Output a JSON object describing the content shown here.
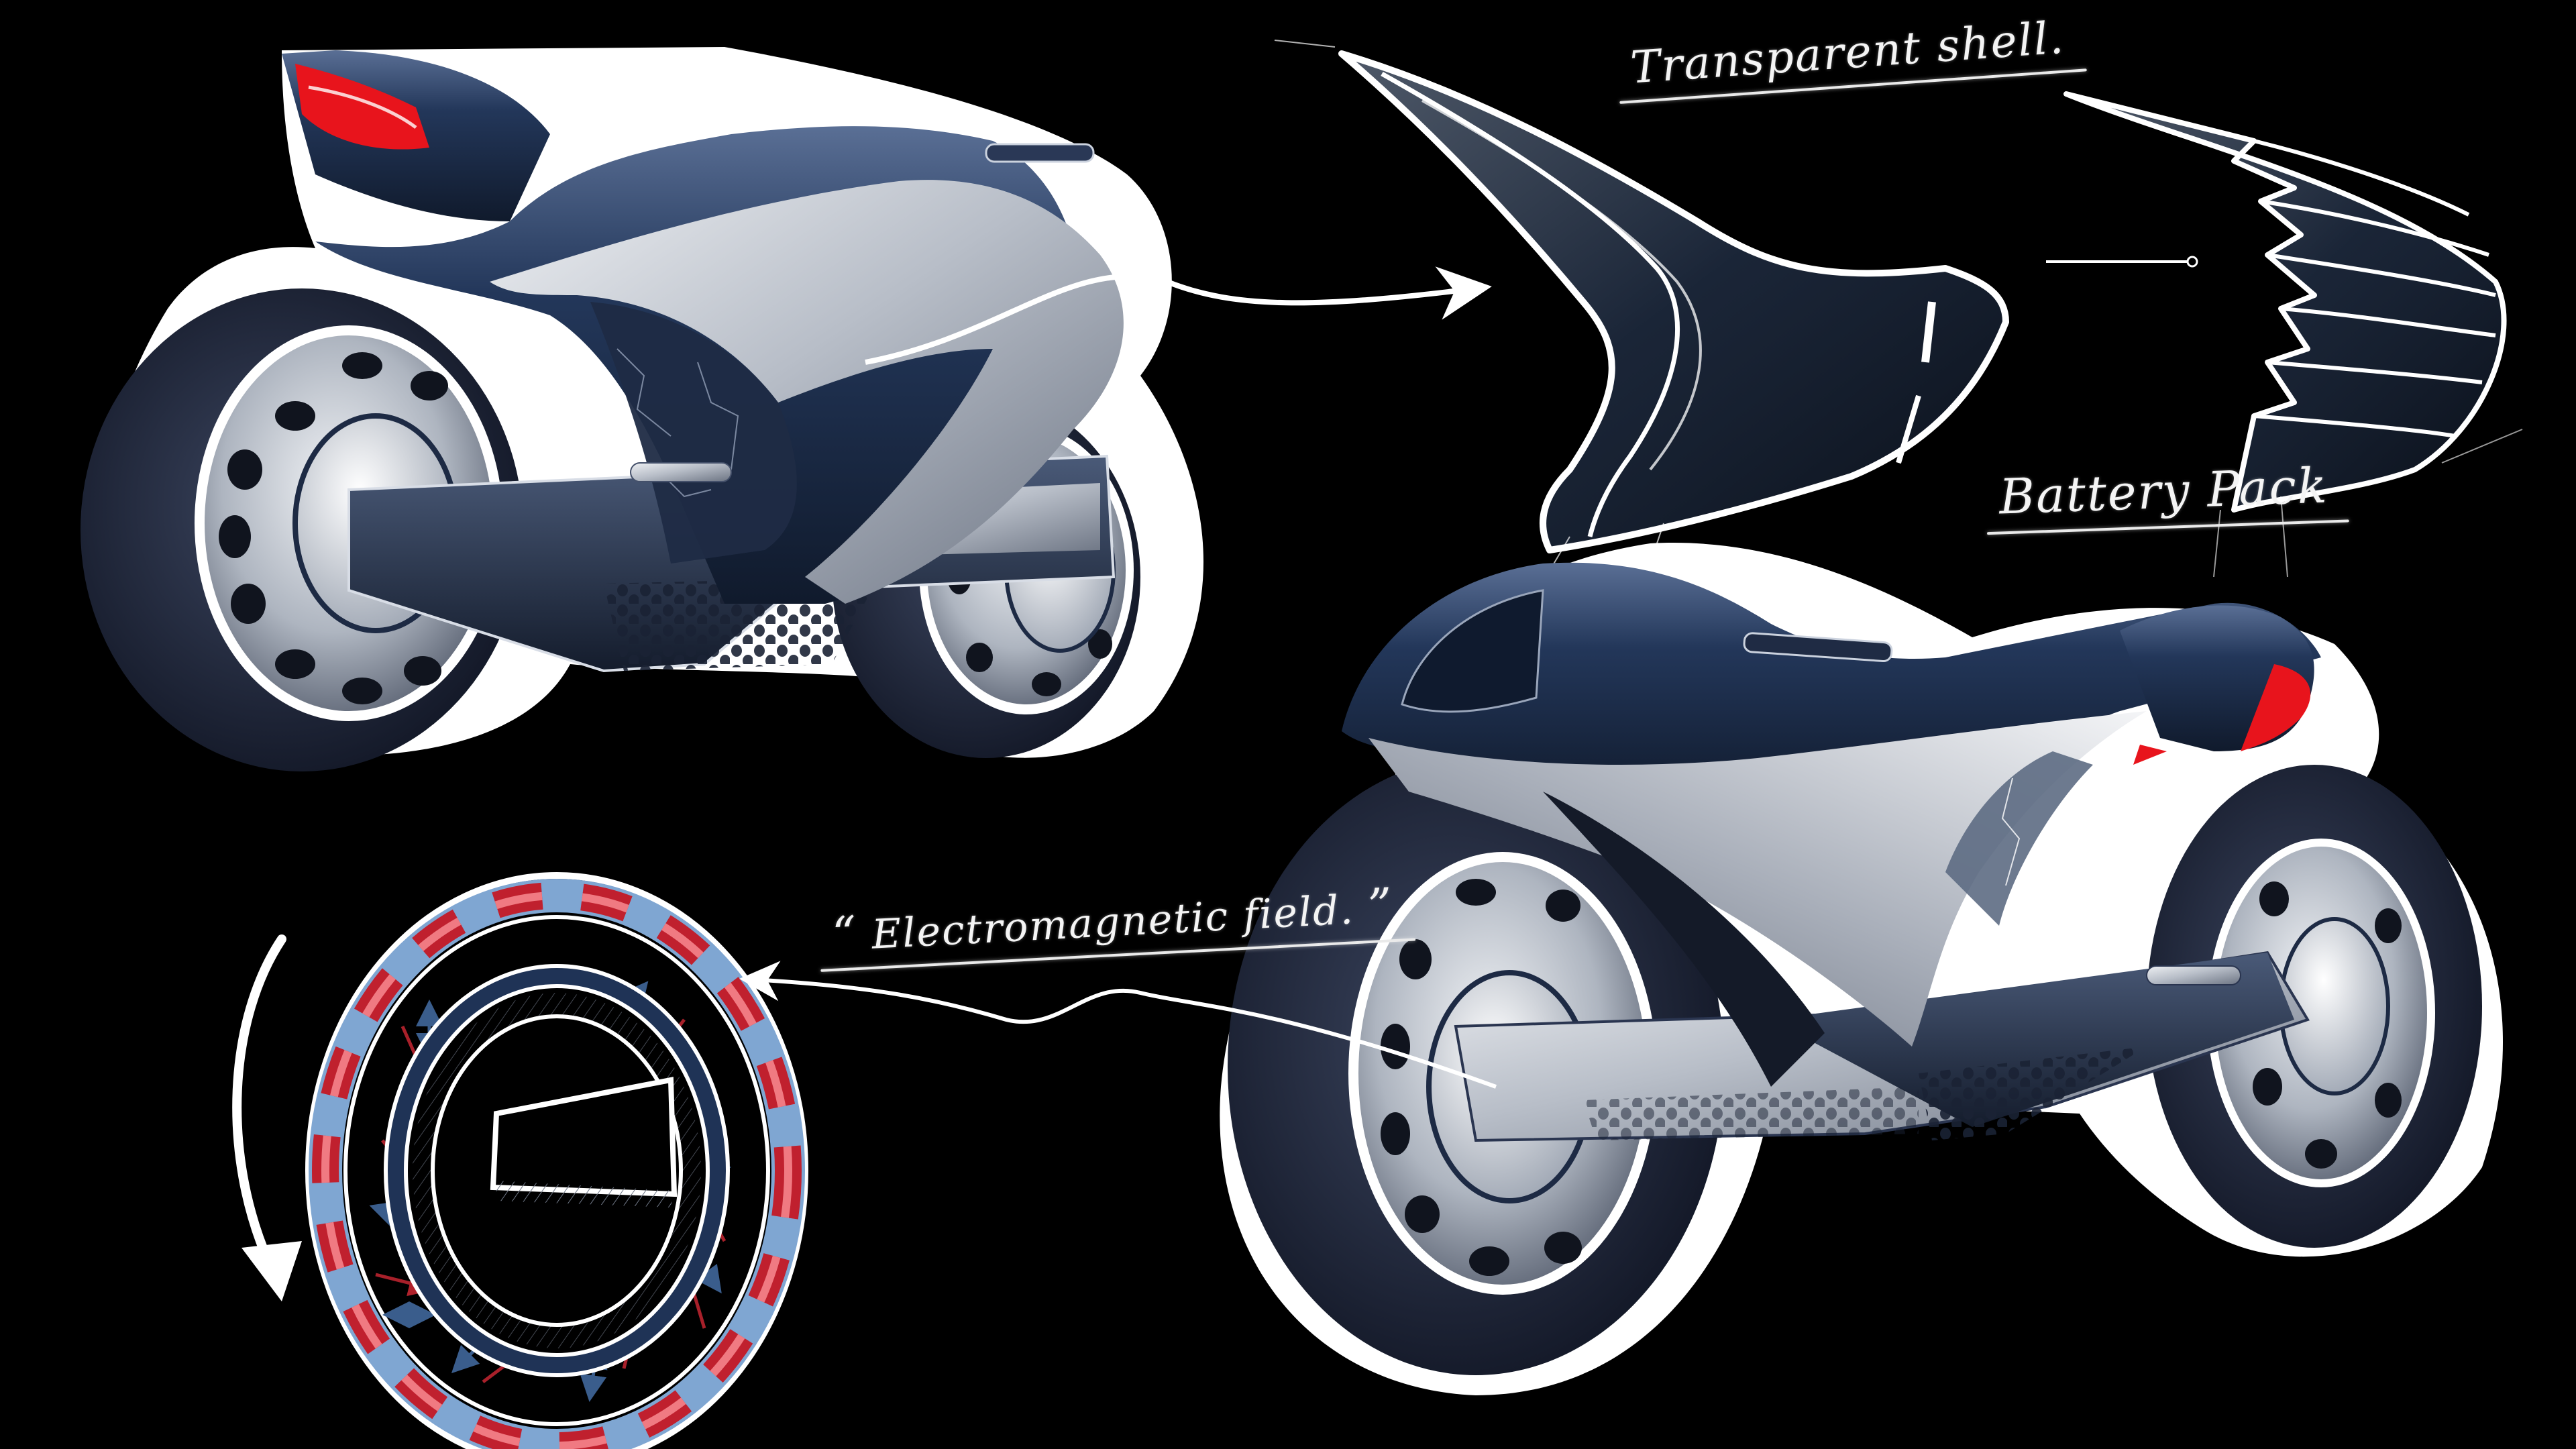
{
  "sheet": {
    "title": "Electric motorcycle concept sketch sheet",
    "background": "#000000"
  },
  "annotations": {
    "transparent_shell": "Transparent shell.",
    "battery_pack": "Battery Pack",
    "electromagnetic_open_quote": "“",
    "electromagnetic_field": "Electromagnetic field.",
    "electromagnetic_close_quote": "”"
  },
  "views": [
    {
      "id": "bike-rear-three-quarter",
      "label": "Motorcycle render, rear 3/4 view"
    },
    {
      "id": "bike-front-three-quarter",
      "label": "Motorcycle render, front 3/4 view"
    },
    {
      "id": "shell-sketch",
      "label": "Transparent shell sketch"
    },
    {
      "id": "battery-pack-sketch",
      "label": "Battery pack sketch"
    },
    {
      "id": "hub-motor-diagram",
      "label": "Hub motor electromagnetic field diagram"
    }
  ],
  "colors": {
    "outline": "#ffffff",
    "body_dark": "#1b2a44",
    "body_blue": "#2c4268",
    "silver": "#c3c8d0",
    "silver_dark": "#7d8593",
    "tire": "#1a2030",
    "tail_light": "#e8141c",
    "magnet_red": "#c0202e",
    "magnet_pink": "#f07a82",
    "magnet_blue": "#7fa6d2",
    "field_red": "#a8202a",
    "field_blue": "#2e4e78"
  }
}
